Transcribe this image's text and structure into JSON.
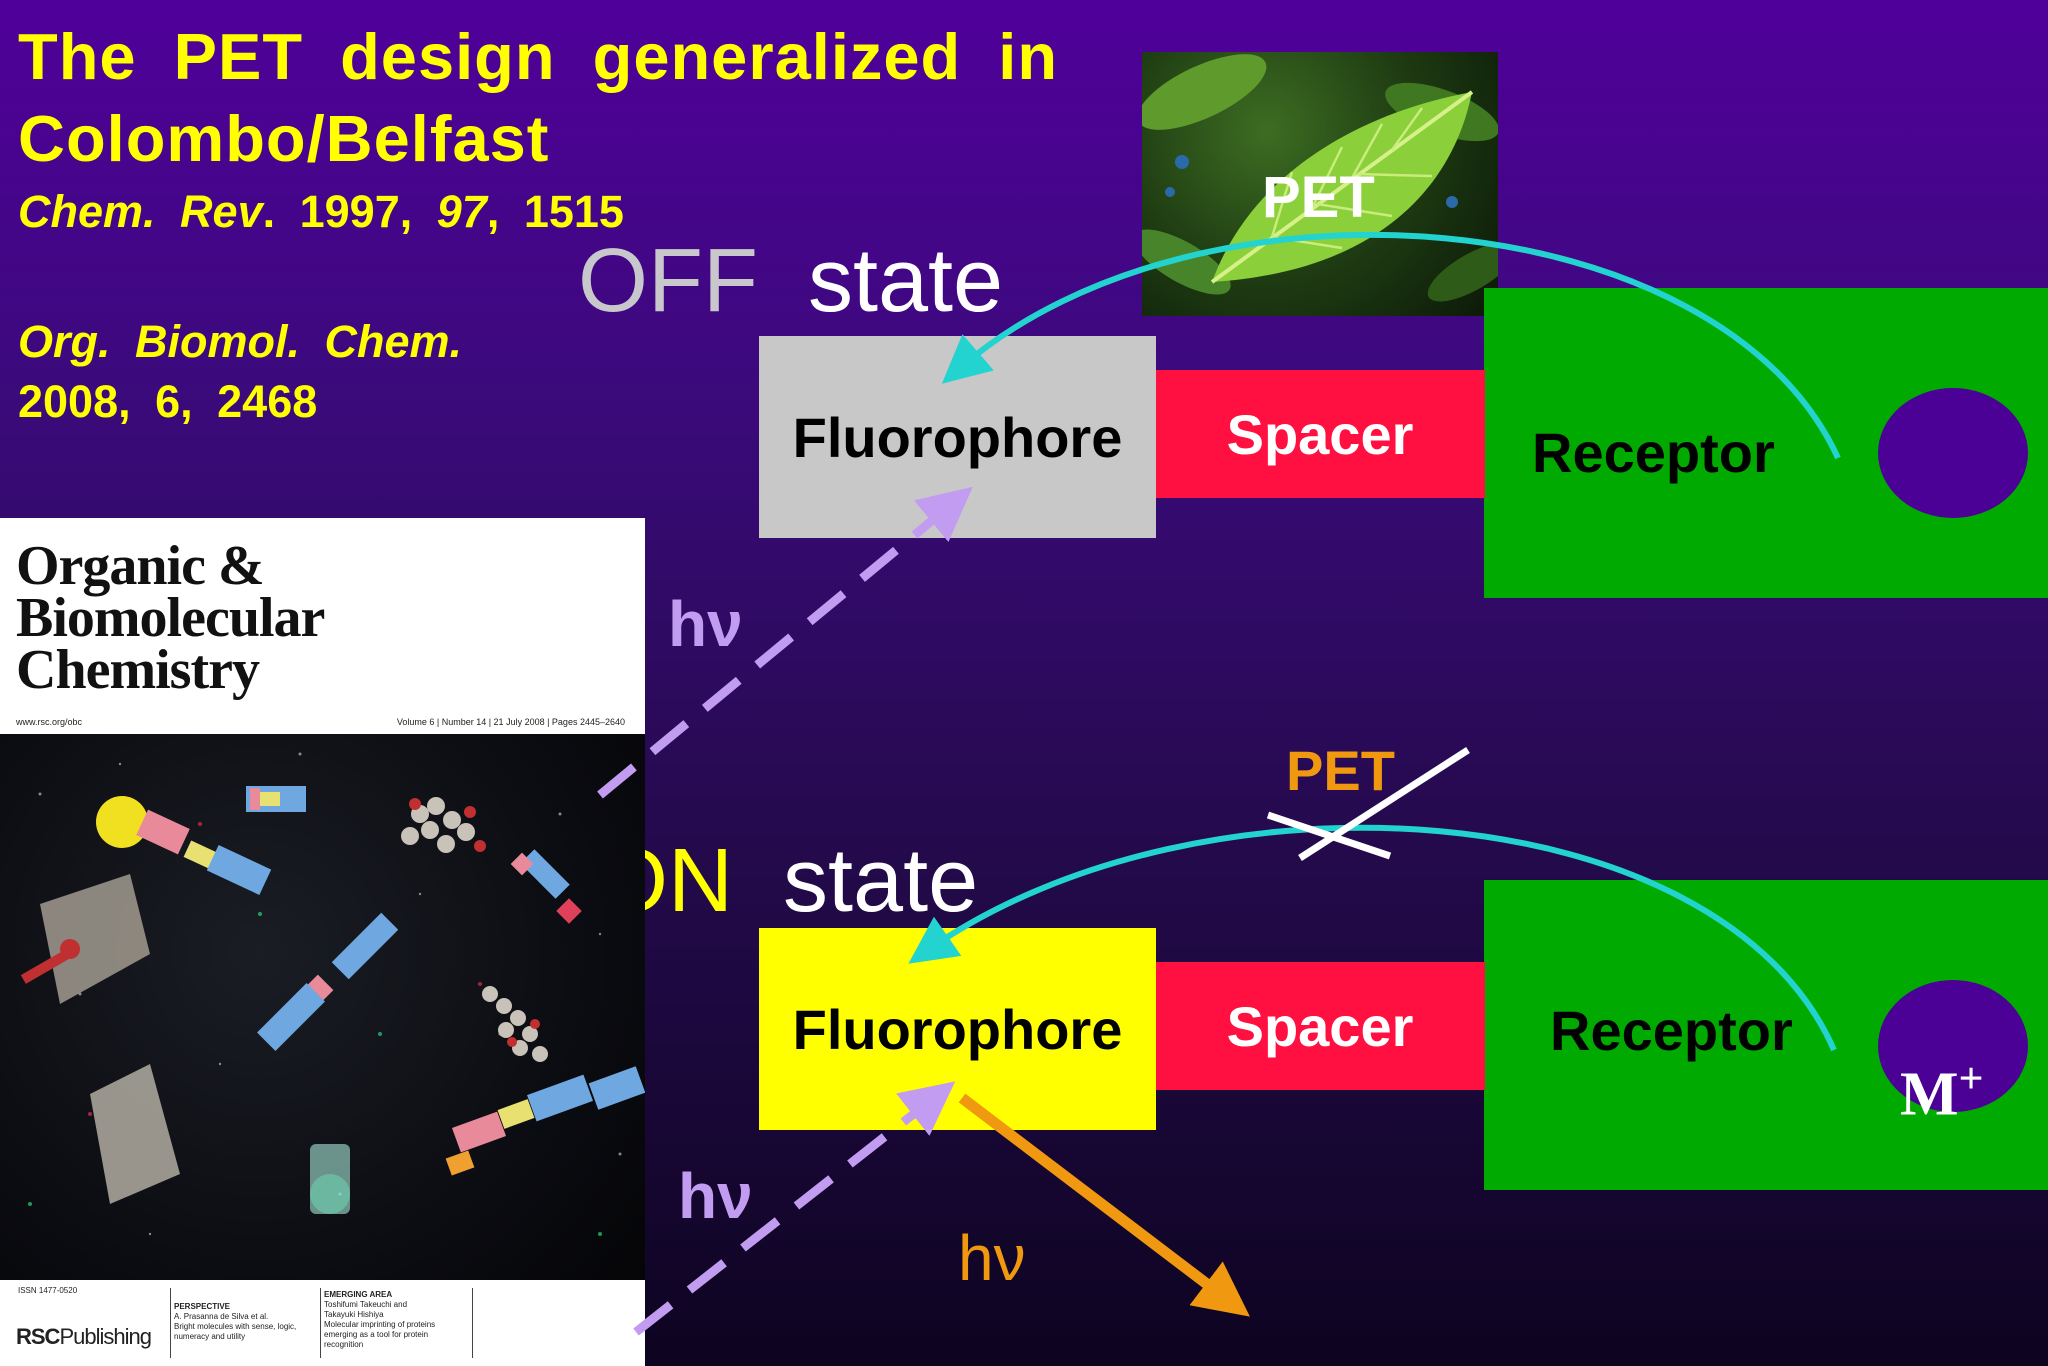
{
  "heading": {
    "line1": "The PET design generalized in",
    "line2": "Colombo/Belfast"
  },
  "references": {
    "ref1": {
      "journal_a": "Chem.",
      "journal_b": "Rev",
      "year": ". 1997,",
      "volume": "97",
      "pages": ", 1515"
    },
    "ref2": {
      "journal": "Org. Biomol. Chem.",
      "citation": "2008, 6, 2468"
    }
  },
  "off_panel": {
    "state_keyword": "OFF",
    "state_word": "state",
    "pet_label": "PET",
    "fluorophore": "Fluorophore",
    "spacer": "Spacer",
    "receptor": "Receptor",
    "excitation": "hν"
  },
  "on_panel": {
    "state_keyword": "ON",
    "state_word": "state",
    "pet_label": "PET",
    "fluorophore": "Fluorophore",
    "spacer": "Spacer",
    "receptor": "Receptor",
    "ion": "M",
    "ion_charge": "+",
    "excitation": "hν",
    "emission": "hν"
  },
  "journal_cover": {
    "title_line1": "Organic &",
    "title_line2": "Biomolecular",
    "title_line3": "Chemistry",
    "url": "www.rsc.org/obc",
    "issue": "Volume 6 | Number 14 | 21 July 2008 | Pages 2445–2640",
    "issn": "ISSN 1477-0520",
    "publisher_a": "RSC",
    "publisher_b": "Publishing",
    "perspective_head": "PERSPECTIVE",
    "perspective_text": "A. Prasanna de Silva et al.\nBright molecules with sense, logic,\nnumeracy and utility",
    "emerging_head": "EMERGING AREA",
    "emerging_text": "Toshifumi Takeuchi and\nTakayuki Hishiya\nMolecular imprinting of proteins\nemerging as a tool for protein\nrecognition"
  },
  "colors": {
    "heading": "#ffff00",
    "fluorophore_off": "#c8c8c8",
    "fluorophore_on": "#ffff00",
    "spacer": "#ff1040",
    "receptor": "#00aa00",
    "binding_site": "#4b0096",
    "pet_arrow": "#22d3d0",
    "excitation": "#c19cf0",
    "emission": "#f09810",
    "cross": "#ffffff"
  },
  "icons": {
    "leaf_photo": "leaf-photo",
    "pet_arrow": "curved-arrow",
    "cross": "cross-mark",
    "excitation_arrow": "dashed-arrow",
    "emission_arrow": "solid-arrow"
  }
}
